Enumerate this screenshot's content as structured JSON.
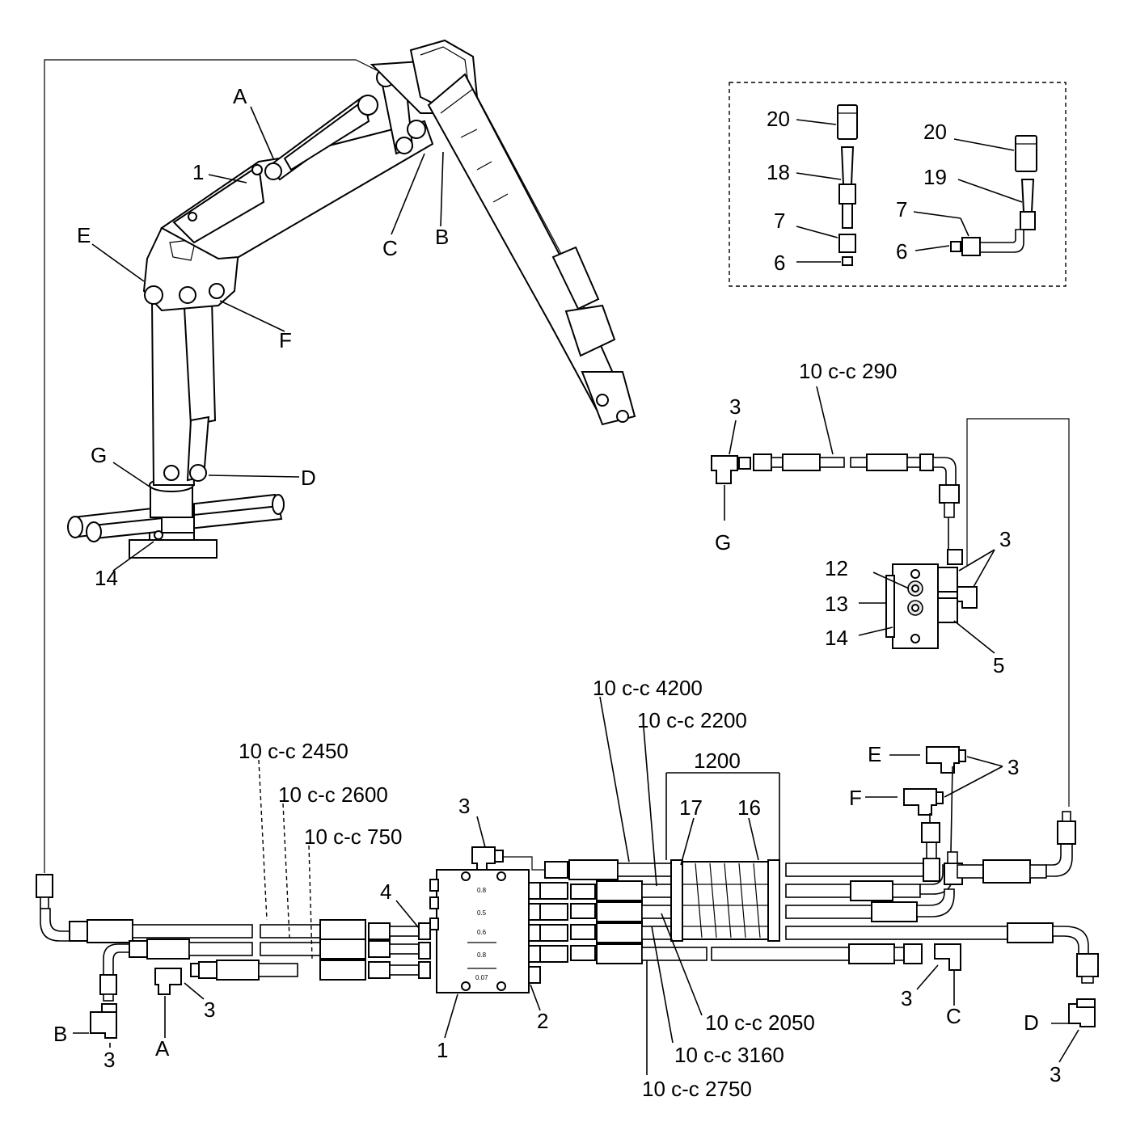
{
  "crane_labels": {
    "a": "A",
    "one": "1",
    "e": "E",
    "c": "C",
    "b": "B",
    "f": "F",
    "g": "G",
    "d": "D",
    "fourteen": "14"
  },
  "inset_labels": {
    "twenty_left": "20",
    "eighteen": "18",
    "seven_left": "7",
    "six_left": "6",
    "twenty_right": "20",
    "nineteen": "19",
    "seven_right": "7",
    "six_right": "6"
  },
  "block_labels": {
    "hose_290": "10 c-c 290",
    "three_top": "3",
    "g": "G",
    "three_right": "3",
    "twelve": "12",
    "thirteen": "13",
    "fourteen": "14",
    "five": "5"
  },
  "main_labels": {
    "hose_4200": "10 c-c 4200",
    "hose_2200": "10 c-c 2200",
    "hose_2450": "10 c-c 2450",
    "hose_2600": "10 c-c 2600",
    "hose_750": "10 c-c 750",
    "dim_1200": "1200",
    "seventeen": "17",
    "sixteen": "16",
    "three_dist": "3",
    "four": "4",
    "e": "E",
    "three_ef": "3",
    "f": "F",
    "b": "B",
    "three_b": "3",
    "a": "A",
    "three_a": "3",
    "one": "1",
    "two": "2",
    "hose_2050": "10 c-c 2050",
    "hose_3160": "10 c-c 3160",
    "hose_2750": "10 c-c 2750",
    "three_c": "3",
    "c": "C",
    "d": "D",
    "three_d": "3"
  },
  "distributor_marks": [
    "0.8",
    "0.5",
    "0.6",
    "0.8",
    "0.07"
  ]
}
